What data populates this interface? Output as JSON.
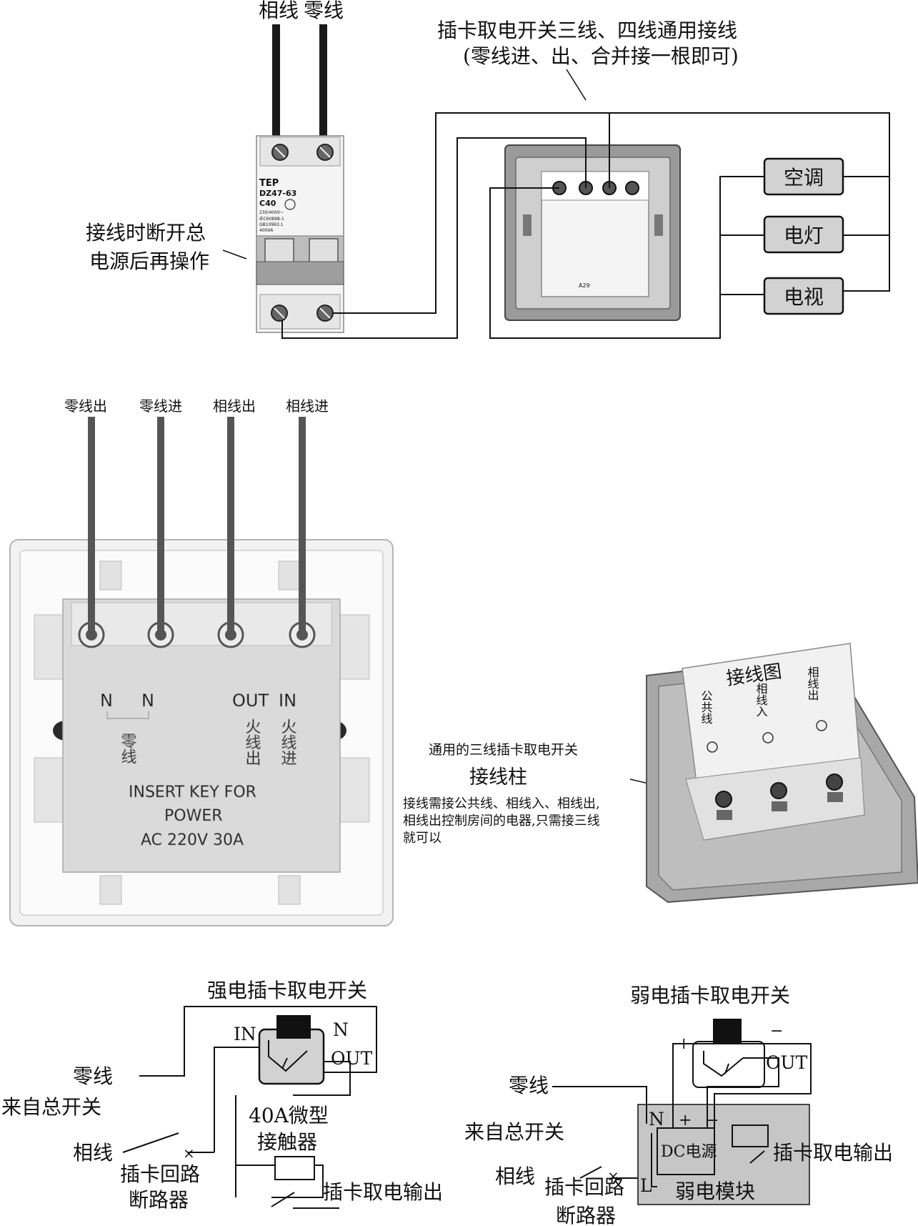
{
  "top": {
    "phase_label": "相线",
    "neutral_label": "零线",
    "title_line1": "插卡取电开关三线、四线通用接线",
    "title_line2": "(零线进、出、合并接一根即可)",
    "warning_line1": "接线时断开总",
    "warning_line2": "电源后再操作",
    "breaker_brand": "TEP",
    "breaker_model": "DZ47-63",
    "breaker_rating": "C40",
    "breaker_line1": "230/400V~",
    "breaker_line2": "IEC60898-1",
    "breaker_line3": "GB10963.1",
    "breaker_line4": "4000A",
    "switch_marking": "A29",
    "loads": [
      "空调",
      "电灯",
      "电视"
    ]
  },
  "middle": {
    "wire_labels": [
      "零线出",
      "零线进",
      "相线出",
      "相线进"
    ],
    "term_n1": "N",
    "term_n2": "N",
    "term_out": "OUT",
    "term_in": "IN",
    "neutral_v": "零线",
    "fire_out_v": "火线出",
    "fire_in_v": "火线进",
    "insert_line1": "INSERT KEY FOR",
    "insert_line2": "POWER",
    "insert_line3": "AC 220V 30A",
    "callout_title": "通用的三线插卡取电开关",
    "callout_heading": "接线柱",
    "callout_body1": "接线需接公共线、相线入、相线出,",
    "callout_body2": "相线出控制房间的电器,只需接三线",
    "callout_body3": "就可以",
    "photo_title": "接线图",
    "photo_labels": [
      "公共线",
      "相线入",
      "相线出"
    ]
  },
  "left_diagram": {
    "title": "强电插卡取电开关",
    "in_label": "IN",
    "n_label": "N",
    "out_label": "OUT",
    "neutral": "零线",
    "from_main": "来自总开关",
    "phase": "相线",
    "contactor_line1": "40A微型",
    "contactor_line2": "接触器",
    "breaker_line1": "插卡回路",
    "breaker_line2": "断路器",
    "output": "插卡取电输出"
  },
  "right_diagram": {
    "title": "弱电插卡取电开关",
    "plus": "+",
    "minus": "−",
    "out_label": "OUT",
    "neutral": "零线",
    "from_main": "来自总开关",
    "phase": "相线",
    "n_label": "N",
    "plus2": "+",
    "minus2": "−",
    "dc_label": "DC电源",
    "l_label": "L",
    "breaker_line1": "插卡回路",
    "breaker_line2": "断路器",
    "module_label": "弱电模块",
    "output": "插卡取电输出"
  },
  "colors": {
    "ink": "#111111",
    "wire": "#555555",
    "plate": "#c9c9c9",
    "box_fill": "#d2d2d2",
    "module_fill": "#c6c6c6"
  }
}
